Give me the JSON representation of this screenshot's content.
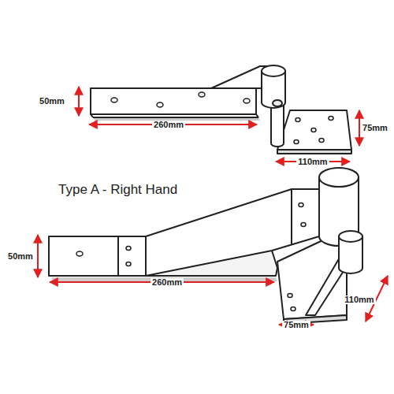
{
  "diagram": {
    "title": "Type A - Right Hand",
    "labels": [
      "50mm",
      "260mm",
      "75mm",
      "110mm",
      "50mm",
      "260mm",
      "110mm",
      "75mm"
    ]
  }
}
